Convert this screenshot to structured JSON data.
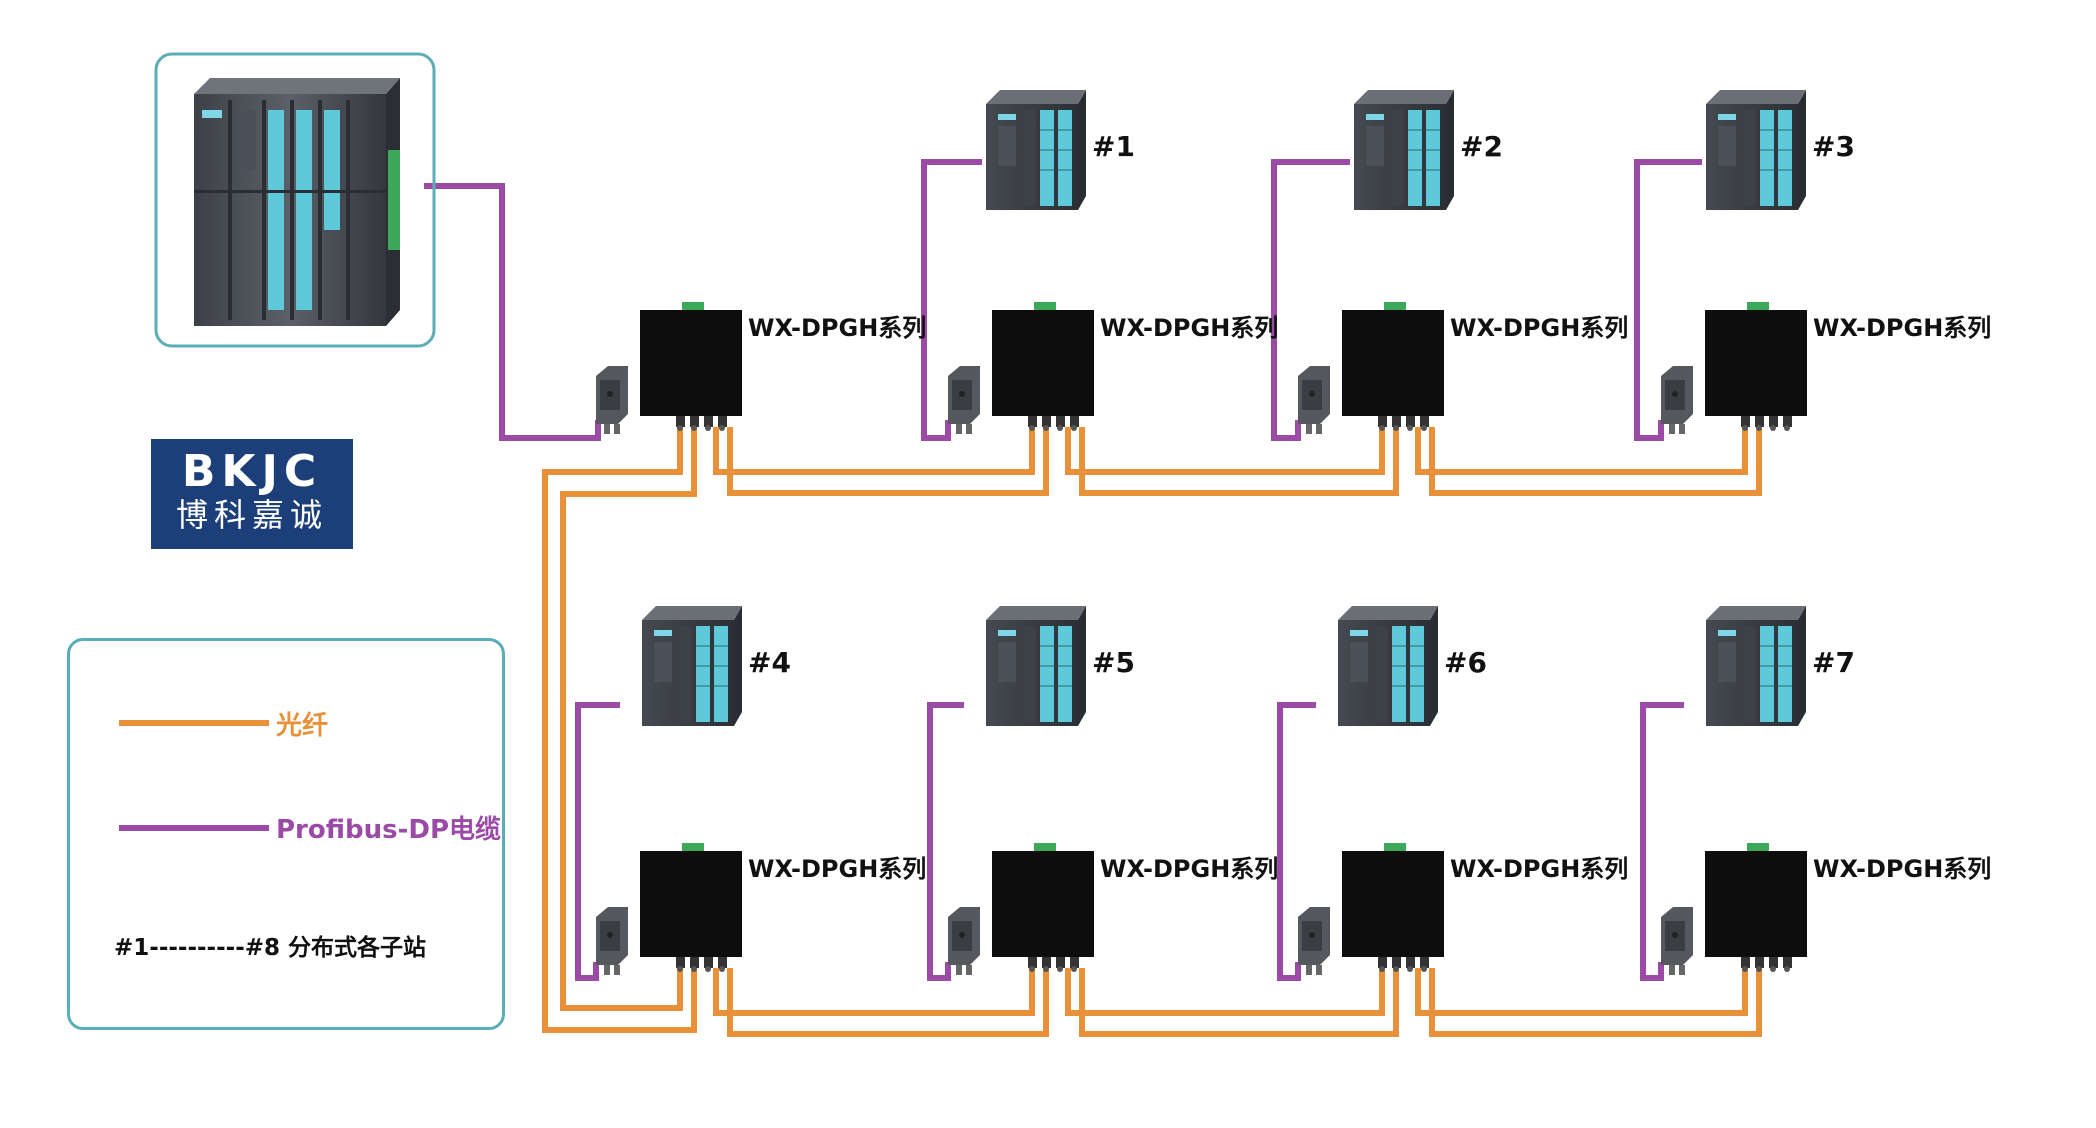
{
  "logo": {
    "text_en": "BKJC",
    "text_cn": "博科嘉诚",
    "bg_color": "#1c3f7a"
  },
  "device_series_label": "WX-DPGH系列",
  "stations": {
    "top": [
      "#1",
      "#2",
      "#3"
    ],
    "bottom": [
      "#4",
      "#5",
      "#6",
      "#7"
    ]
  },
  "legend": {
    "fiber_label": "光纤",
    "cable_label": "Profibus-DP电缆",
    "stations_label": "#1----------#8 分布式各子站",
    "fiber_color": "#e8913a",
    "cable_color": "#9b4aa6",
    "border_color": "#5aaeb8"
  },
  "icons": {
    "master_plc": "plc-rack-icon",
    "slave_plc": "plc-module-icon",
    "converter": "fiber-converter-icon",
    "connector": "dp-connector-icon"
  }
}
